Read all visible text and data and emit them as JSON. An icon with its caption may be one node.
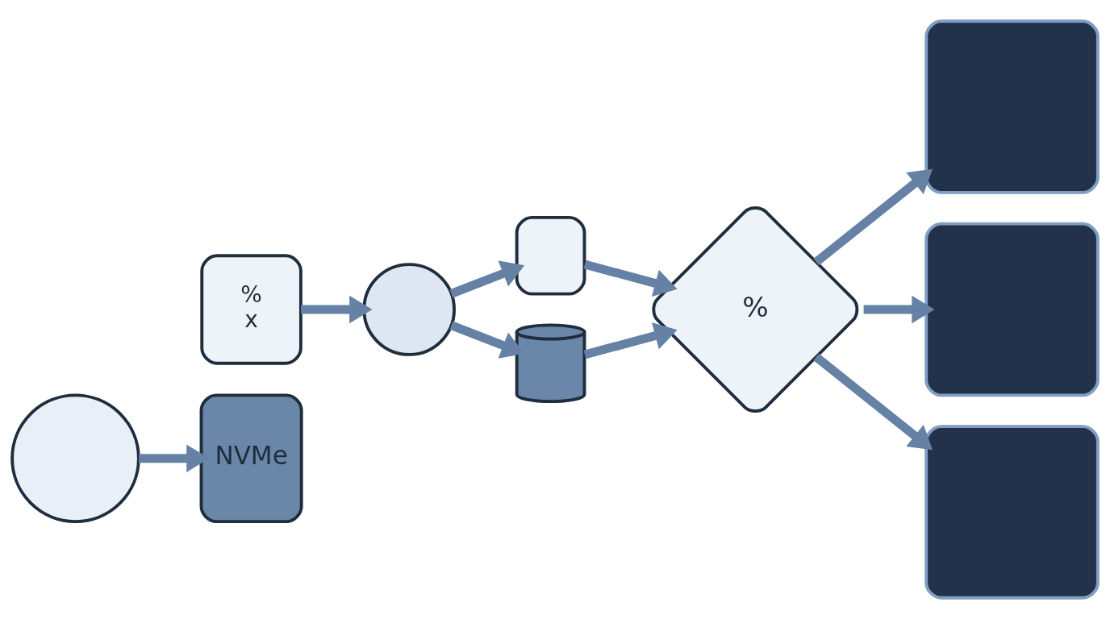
{
  "diagram": {
    "nodes": [
      {
        "text": [],
        "shape": "circle"
      },
      {
        "text": [
          "NVMe"
        ]
      },
      {
        "text": [
          "%",
          "x"
        ]
      },
      {
        "text": [],
        "shape": "circle"
      },
      {
        "text": [],
        "shape": "box"
      },
      {
        "text": [],
        "shape": "cylinder"
      },
      {
        "text": [
          "%"
        ]
      },
      {
        "text": [],
        "shape": "box"
      },
      {
        "text": [],
        "shape": "box"
      },
      {
        "text": [],
        "shape": "box"
      }
    ],
    "edges": [
      {
        "from": 0,
        "to": 1,
        "arrow": "to"
      },
      {
        "from": 2,
        "to": 3,
        "arrow": "to"
      },
      {
        "from": 3,
        "to": 4,
        "arrow": "to"
      },
      {
        "from": 3,
        "to": 5,
        "arrow": "to"
      },
      {
        "from": 4,
        "to": 6,
        "arrow": "to"
      },
      {
        "from": 5,
        "to": 6,
        "arrow": "to"
      },
      {
        "from": 6,
        "to": 7,
        "arrow": "to"
      },
      {
        "from": 6,
        "to": 8,
        "arrow": "to"
      },
      {
        "from": 6,
        "to": 9,
        "arrow": "to"
      }
    ]
  }
}
